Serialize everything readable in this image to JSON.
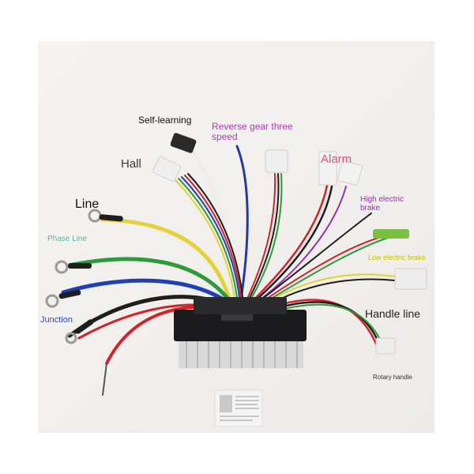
{
  "labels": {
    "self_learning": "Self-learning",
    "reverse_gear": "Reverse gear three speed",
    "hall": "Hall",
    "alarm": "Alarm",
    "high_brake": "High electric brake",
    "line": "Line",
    "phase_line": "Phase Line",
    "low_brake": "Low electric brake",
    "handle_line": "Handle line",
    "junction": "Junction",
    "rotary_handle": "Rotary handle"
  },
  "colors": {
    "background": "#ffffff",
    "controller_body": "#1b1b1d",
    "wire_yellow": "#e3d23a",
    "wire_green": "#2f9a3a",
    "wire_blue": "#1f3fb5",
    "wire_black": "#1e1e1e",
    "wire_red": "#d3232a"
  }
}
